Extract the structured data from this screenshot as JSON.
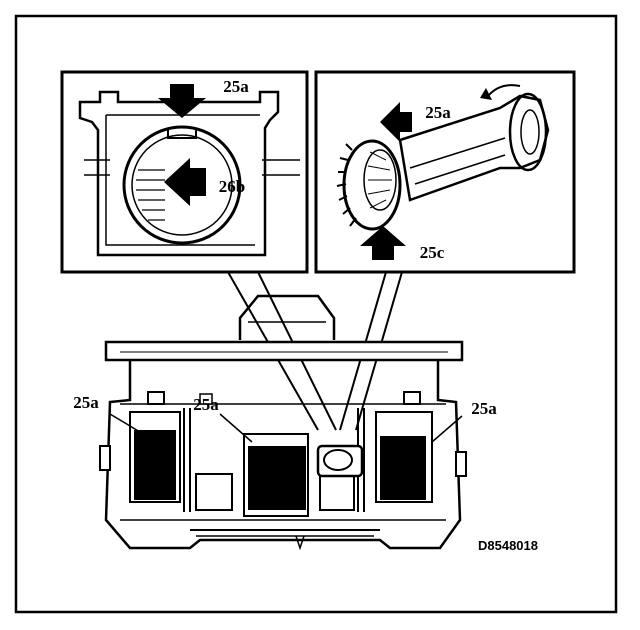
{
  "diagram": {
    "callouts": {
      "inset_left_top": "25a",
      "inset_left_center": "26b",
      "inset_right_top": "25a",
      "inset_right_bottom": "25c",
      "main_left": "25a",
      "main_center": "25a",
      "main_right": "25a"
    },
    "figure_code": "D8548018"
  }
}
